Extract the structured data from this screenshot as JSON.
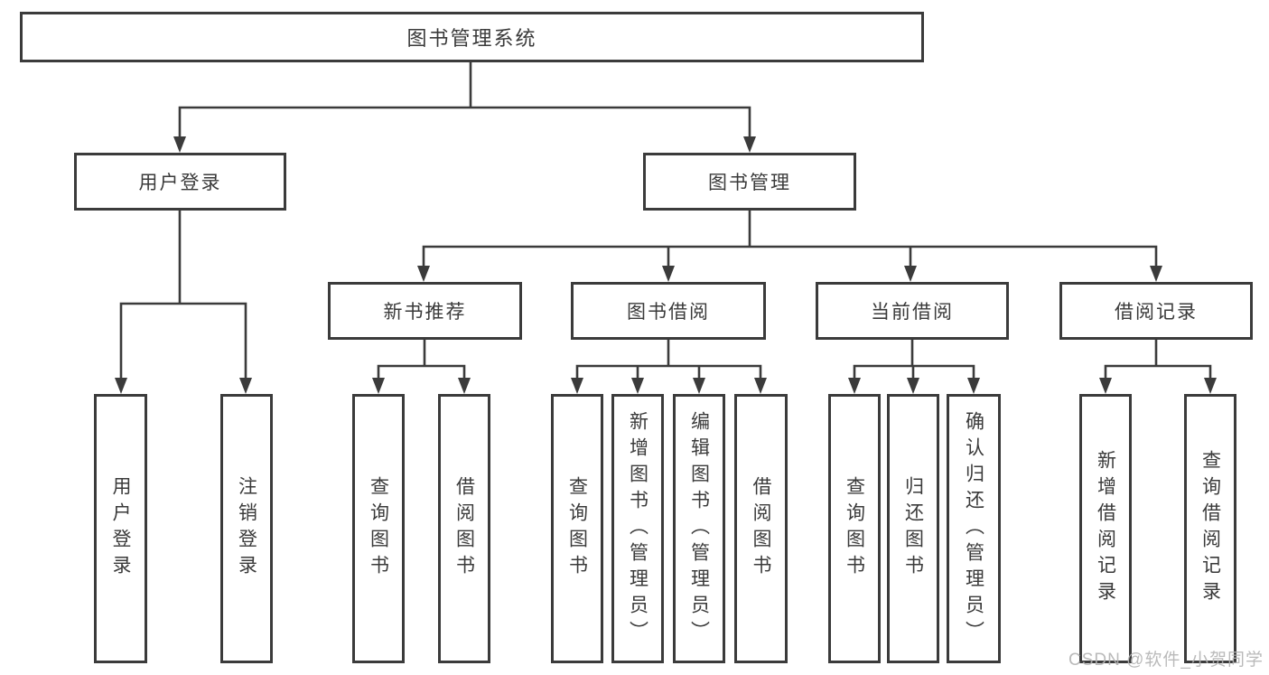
{
  "diagram": {
    "title": "图书管理系统",
    "tree": {
      "root": {
        "label": "图书管理系统"
      },
      "branches": [
        {
          "label": "用户登录",
          "leaves": [
            "用户登录",
            "注销登录"
          ]
        },
        {
          "label": "图书管理",
          "groups": [
            {
              "label": "新书推荐",
              "leaves": [
                "查询图书",
                "借阅图书"
              ]
            },
            {
              "label": "图书借阅",
              "leaves": [
                "查询图书",
                "新增图书（管理员）",
                "编辑图书（管理员）",
                "借阅图书"
              ]
            },
            {
              "label": "当前借阅",
              "leaves": [
                "查询图书",
                "归还图书",
                "确认归还（管理员）"
              ]
            },
            {
              "label": "借阅记录",
              "leaves": [
                "新增借阅记录",
                "查询借阅记录"
              ]
            }
          ]
        }
      ]
    },
    "colors": {
      "line": "#3b3b3b",
      "text": "#3a3a3a",
      "background": "#ffffff",
      "watermark": "#b3b3b3"
    }
  },
  "watermark": {
    "text": "CSDN @软件_小贺同学"
  }
}
